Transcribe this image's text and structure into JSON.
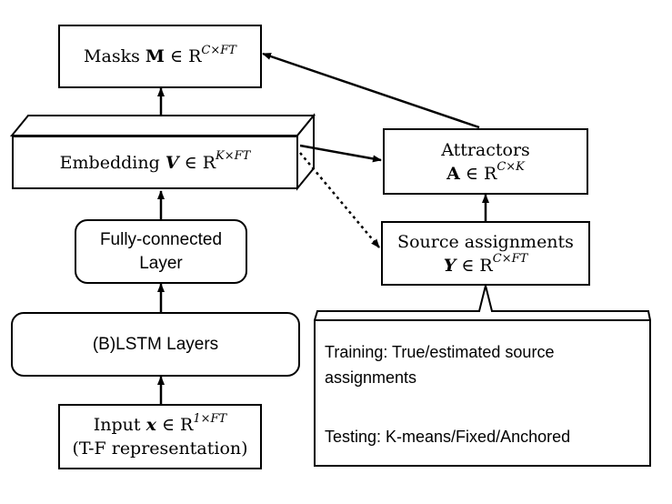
{
  "masks": {
    "label": "Masks",
    "sym": "M",
    "set": "∈ R",
    "exp": "C×FT"
  },
  "embedding": {
    "label": "Embedding",
    "sym": "V",
    "set": "∈ R",
    "exp": "K×FT"
  },
  "fully_connected": {
    "line1": "Fully-connected",
    "line2": "Layer"
  },
  "lstm": {
    "label": "(B)LSTM Layers"
  },
  "input": {
    "label": "Input",
    "sym": "x",
    "set": "∈ R",
    "exp": "1×FT",
    "sub": "(T-F representation)"
  },
  "attractors": {
    "label": "Attractors",
    "sym": "A",
    "set": "∈ R",
    "exp": "C×K"
  },
  "source_assignments": {
    "label": "Source assignments",
    "sym": "Y",
    "set": "∈ R",
    "exp": "C×FT"
  },
  "note": {
    "training_line1": "Training: True/estimated source",
    "training_line2": "assignments",
    "testing": "Testing: K-means/Fixed/Anchored"
  }
}
